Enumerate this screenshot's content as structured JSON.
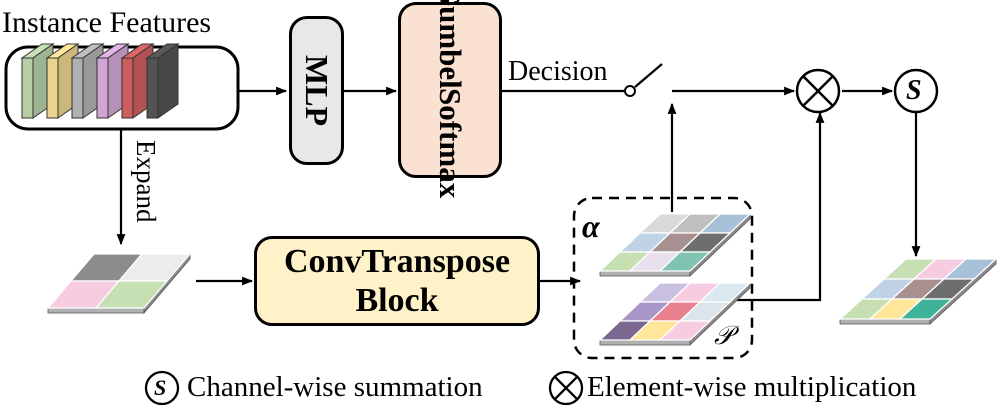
{
  "labels": {
    "instance_features": "Instance Features",
    "expand": "Expand",
    "mlp": "MLP",
    "gumbel": "Gumbel",
    "softmax": "Softmax",
    "decision": "Decision",
    "convtranspose_line1": "ConvTranspose",
    "convtranspose_line2": "Block",
    "alpha": "α",
    "p_symbol": "𝒫",
    "sum_symbol": "S",
    "legend_sum_symbol": "S",
    "legend_sum_text": "Channel-wise summation",
    "legend_mult_text": "Element-wise multiplication"
  },
  "colors": {
    "mlp_fill": "#e8e8e8",
    "gumbel_fill": "#fbe1d2",
    "conv_fill": "#fff2c8",
    "features_fill": "#ffffff",
    "feature_bars": [
      "#c6e0b4",
      "#ffe699",
      "#bfbfbf",
      "#e4b4e6",
      "#e06666",
      "#5a5a5a"
    ],
    "small_grid": [
      "#8c8c8c",
      "#ececec",
      "#f7cce0",
      "#c6e0b4"
    ],
    "alpha_grid": [
      "#d9d9d9",
      "#bfbfbf",
      "#a8c0d8",
      "#bfd2e6",
      "#a89090",
      "#6e6e6e",
      "#c6e0b4",
      "#e8e0ec",
      "#7fc4b0"
    ],
    "p_grid": [
      "#c9c0e0",
      "#f7cce0",
      "#dce8f0",
      "#a897c8",
      "#e88090",
      "#dde5ea",
      "#7a6890",
      "#ffe699",
      "#f7cce0"
    ],
    "output_grid": [
      "#c6e0b4",
      "#f7cce0",
      "#a8c0d8",
      "#bfd2e6",
      "#a89090",
      "#6e6e6e",
      "#c6e0b4",
      "#ffe699",
      "#3fb39a"
    ]
  }
}
